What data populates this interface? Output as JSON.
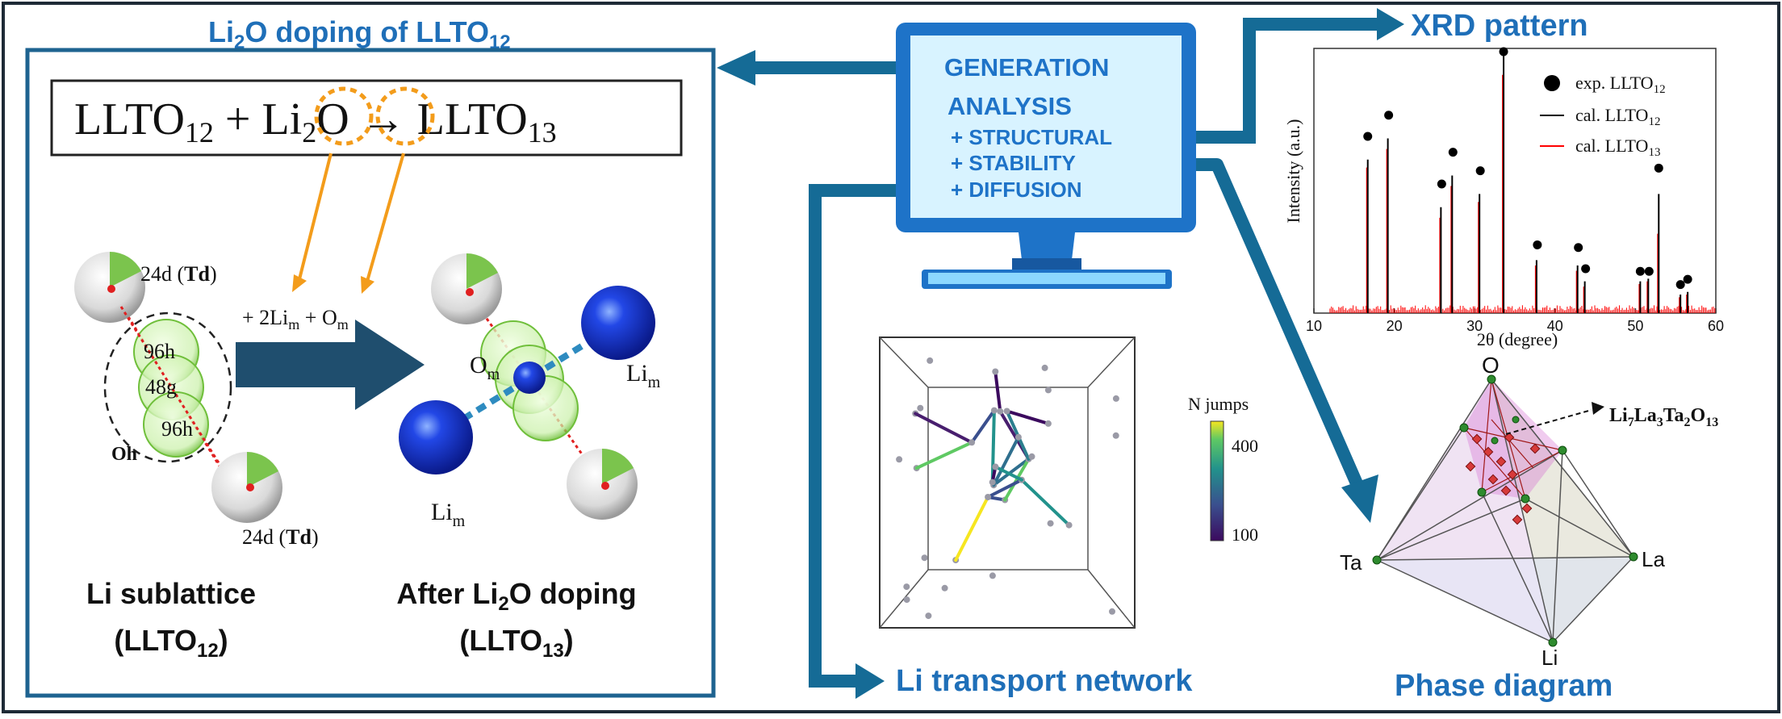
{
  "doping_panel": {
    "title_main": "Li",
    "title_sub": "2",
    "title_rest": "O doping of LLTO",
    "title_sub2": "12",
    "equation": {
      "t1": "LLTO",
      "s1": "12",
      "t2": " + ",
      "t3": "Li",
      "s2": "2",
      "t4": "O",
      "t5": " → LLTO",
      "s3": "13"
    },
    "left_labels": {
      "td_top": "24d (",
      "td_bold": "Td",
      "td_close": ")",
      "h96_top": "96h",
      "g48": "48g",
      "h96_bot": "96h",
      "oh": "Oh",
      "td_bot": "24d (",
      "td_bot_bold": "Td",
      "td_bot_close": ")"
    },
    "arrow_label": {
      "a": "+ 2Li",
      "a_sub": "m",
      "b": " + O",
      "b_sub": "m"
    },
    "right_labels": {
      "om": "O",
      "om_sub": "m",
      "lim_right": "Li",
      "lim_right_sub": "m",
      "lim_left": "Li",
      "lim_left_sub": "m"
    },
    "caption_left_1": "Li sublattice",
    "caption_left_2a": "(LLTO",
    "caption_left_2sub": "12",
    "caption_left_2b": ")",
    "caption_right_1a": "After Li",
    "caption_right_1sub": "2",
    "caption_right_1b": "O doping",
    "caption_right_2a": "(LLTO",
    "caption_right_2sub": "13",
    "caption_right_2b": ")"
  },
  "monitor": {
    "line1": "GENERATION",
    "line2": "ANALYSIS",
    "line3": "+ STRUCTURAL",
    "line4": "+ STABILITY",
    "line5": "+ DIFFUSION"
  },
  "xrd": {
    "title": "XRD pattern",
    "legend": {
      "exp_a": "exp. LLTO",
      "exp_sub": "12",
      "cal12_a": "cal. LLTO",
      "cal12_sub": "12",
      "cal13_a": "cal. LLTO",
      "cal13_sub": "13"
    },
    "ylabel": "Intensity (a.u.)",
    "xlabel": "2θ (degree)"
  },
  "chart_data": {
    "type": "line",
    "xlabel": "2θ (degree)",
    "ylabel": "Intensity (a.u.)",
    "xlim": [
      10,
      60
    ],
    "ylim": [
      0,
      1
    ],
    "xticks": [
      10,
      20,
      30,
      40,
      50,
      60
    ],
    "series": [
      {
        "name": "cal. LLTO12",
        "color": "#000000",
        "peaks": [
          [
            16.7,
            0.58
          ],
          [
            19.2,
            0.66
          ],
          [
            25.8,
            0.4
          ],
          [
            27.2,
            0.52
          ],
          [
            30.6,
            0.45
          ],
          [
            33.6,
            0.98
          ],
          [
            37.7,
            0.2
          ],
          [
            42.8,
            0.18
          ],
          [
            43.7,
            0.12
          ],
          [
            50.6,
            0.12
          ],
          [
            51.6,
            0.13
          ],
          [
            52.9,
            0.45
          ],
          [
            55.6,
            0.07
          ],
          [
            56.5,
            0.08
          ]
        ]
      },
      {
        "name": "cal. LLTO13",
        "color": "#ff0000",
        "peaks": [
          [
            16.6,
            0.55
          ],
          [
            19.1,
            0.62
          ],
          [
            25.7,
            0.36
          ],
          [
            27.1,
            0.48
          ],
          [
            30.5,
            0.42
          ],
          [
            33.5,
            0.9
          ],
          [
            37.6,
            0.18
          ],
          [
            42.7,
            0.16
          ],
          [
            43.6,
            0.1
          ],
          [
            50.5,
            0.11
          ],
          [
            51.5,
            0.12
          ],
          [
            52.8,
            0.3
          ],
          [
            55.5,
            0.06
          ],
          [
            56.4,
            0.07
          ]
        ]
      }
    ],
    "exp_points": [
      [
        16.7,
        0.68
      ],
      [
        19.3,
        0.76
      ],
      [
        25.9,
        0.5
      ],
      [
        27.3,
        0.62
      ],
      [
        30.7,
        0.55
      ],
      [
        33.6,
        1.0
      ],
      [
        37.8,
        0.27
      ],
      [
        42.9,
        0.26
      ],
      [
        43.8,
        0.18
      ],
      [
        50.6,
        0.17
      ],
      [
        51.7,
        0.17
      ],
      [
        52.9,
        0.56
      ],
      [
        55.6,
        0.12
      ],
      [
        56.5,
        0.14
      ]
    ],
    "colorbar": {
      "label": "N jumps",
      "min_label": "100",
      "max_label": "400"
    }
  },
  "network": {
    "title": "Li transport network",
    "cbar_label": "N jumps",
    "cbar_max": "400",
    "cbar_min": "100"
  },
  "phase": {
    "title": "Phase diagram",
    "vertex_o": "O",
    "vertex_ta": "Ta",
    "vertex_la": "La",
    "vertex_li": "Li",
    "compound_a": "Li",
    "compound_s1": "7",
    "compound_b": "La",
    "compound_s2": "3",
    "compound_c": "Ta",
    "compound_s3": "2",
    "compound_d": "O",
    "compound_s4": "13"
  },
  "colors": {
    "accent_blue": "#1f6fb8",
    "arrow_teal": "#156b96",
    "border_dark": "#1e6390",
    "orange": "#f39c1b",
    "monitor_blue": "#1e73c8",
    "screen_bg": "#d8f3ff"
  }
}
